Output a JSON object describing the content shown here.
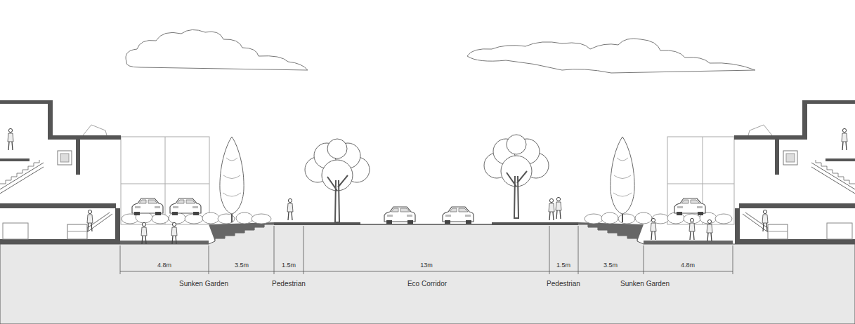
{
  "diagram": {
    "labels": [
      "4.8m",
      "3.5m",
      "1.5m",
      "13m",
      "1.5m",
      "3.5m",
      "4.8m",
      "Sunken Garden",
      "Pedestrian",
      "Eco Corridor",
      "Pedestrian",
      "Sunken Garden"
    ]
  }
}
